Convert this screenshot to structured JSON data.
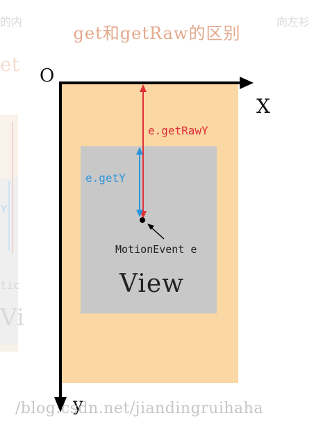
{
  "title": "get和getRaw的区别",
  "axes": {
    "origin": "O",
    "x": "X",
    "y": "y"
  },
  "labels": {
    "raw_y": "e.getRawY",
    "get_y": "e.getY",
    "motion_event": "MotionEvent e",
    "view": "View"
  },
  "watermark": "/blog.csdn.net/jiandingruihaha",
  "background_fragments": {
    "top_left": "的内",
    "top_right": "向左衫",
    "left_get": "et",
    "left_letter_y": "Y",
    "left_tic": "tic",
    "left_vi": "Vi"
  },
  "colors": {
    "outer_view": "#fad7a3",
    "inner_view": "#c8c8c8",
    "raw_y": "#e0303a",
    "get_y": "#2c95d9",
    "title": "#e3a98d"
  }
}
